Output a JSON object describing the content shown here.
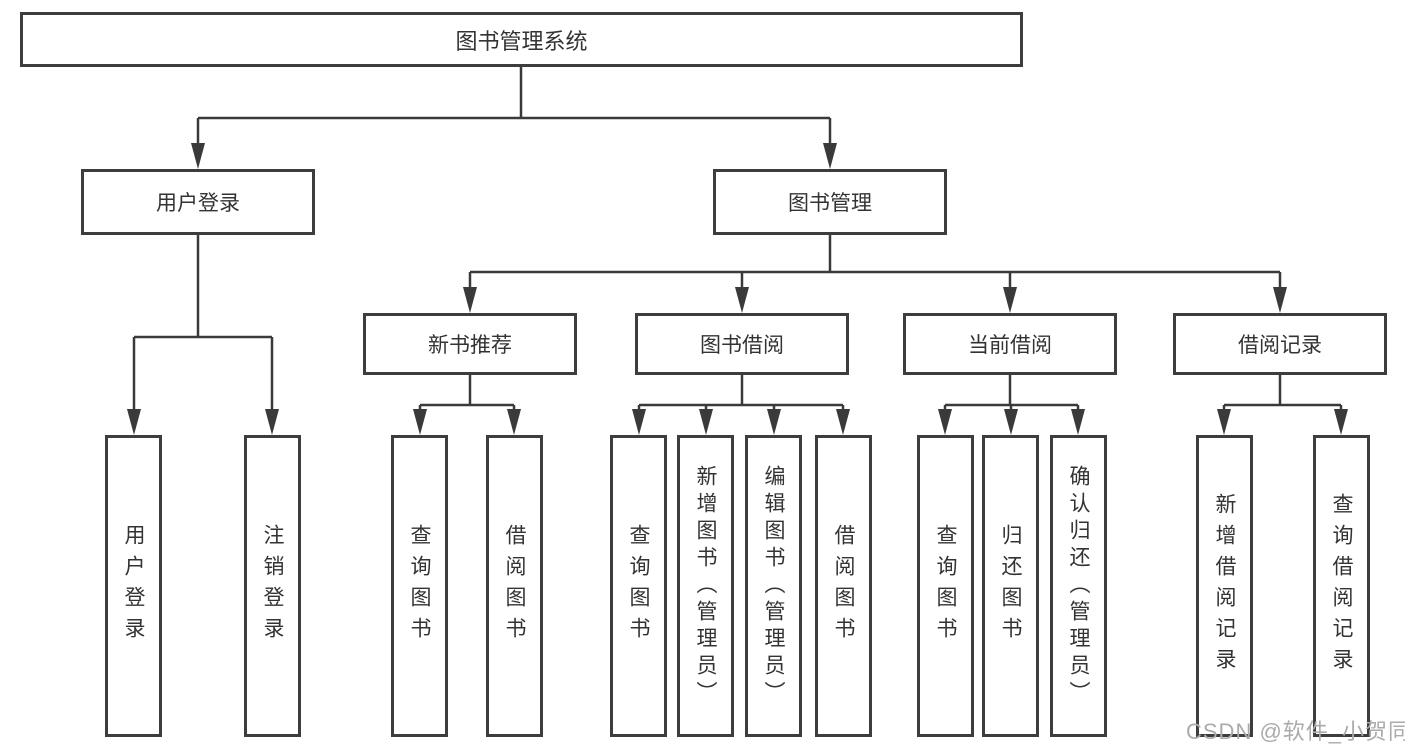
{
  "title": "图书管理系统",
  "level2": [
    "用户登录",
    "图书管理"
  ],
  "level3": [
    "新书推荐",
    "图书借阅",
    "当前借阅",
    "借阅记录"
  ],
  "level4": {
    "user_login": [
      "用户登录",
      "注销登录"
    ],
    "new_book_recommend": [
      "查询图书",
      "借阅图书"
    ],
    "book_borrow": [
      "查询图书",
      "新增图书（管理员）",
      "编辑图书（管理员）",
      "借阅图书"
    ],
    "current_borrow": [
      "查询图书",
      "归还图书",
      "确认归还（管理员）"
    ],
    "borrow_records": [
      "新增借阅记录",
      "查询借阅记录"
    ]
  },
  "watermark": "CSDN @软件_小贺同学",
  "colors": {
    "line": "#3a3a3a",
    "border": "#3d3d3d",
    "text": "#333333",
    "watermark": "#ababab"
  }
}
